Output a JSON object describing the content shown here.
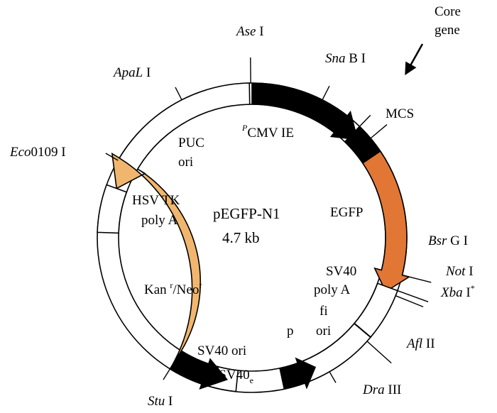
{
  "plasmid": {
    "name": "pEGFP-N1",
    "size": "4.7 kb"
  },
  "note": {
    "line1": "Core",
    "line2": "gene"
  },
  "colors": {
    "egfp": "#E27735",
    "kan": "#F1B66E",
    "black": "#000000",
    "white": "#ffffff"
  },
  "sites": {
    "ase": {
      "name": "Ase",
      "suffix": " I"
    },
    "sna": {
      "name": "Sna",
      "suffix": " B I"
    },
    "mcs": {
      "name": "MCS"
    },
    "apal": {
      "name": "ApaL",
      "suffix": " I"
    },
    "eco": {
      "name": "Eco",
      "suffix": "0109 I"
    },
    "bsr": {
      "name": "Bsr",
      "suffix": " G I"
    },
    "not": {
      "name": "Not",
      "suffix": " I"
    },
    "xba": {
      "name": "Xba",
      "suffix": " I",
      "sup": "*"
    },
    "afl": {
      "name": "Afl",
      "suffix": " II"
    },
    "dra": {
      "name": "Dra",
      "suffix": " III"
    },
    "stu": {
      "name": "Stu",
      "suffix": " I"
    }
  },
  "features": {
    "cmv": {
      "sup": "P",
      "label": "CMV  IE"
    },
    "puc": {
      "line1": "PUC",
      "line2": "ori"
    },
    "egfp": {
      "label": "EGFP"
    },
    "hsv": {
      "line1": "HSV TK",
      "line2": "poly A"
    },
    "sv40pa": {
      "line1": "SV40",
      "line2": "poly A"
    },
    "f1": {
      "line1": "fi",
      "line2": "ori"
    },
    "p": {
      "label": "p"
    },
    "kan": {
      "a": "Kan ",
      "sup1": "r",
      "b": "/Neo",
      "sup2": "r"
    },
    "sv40o": {
      "label": "SV40 ori"
    },
    "psv40": {
      "sup": "P",
      "label": "SV40",
      "sub": "e"
    }
  }
}
